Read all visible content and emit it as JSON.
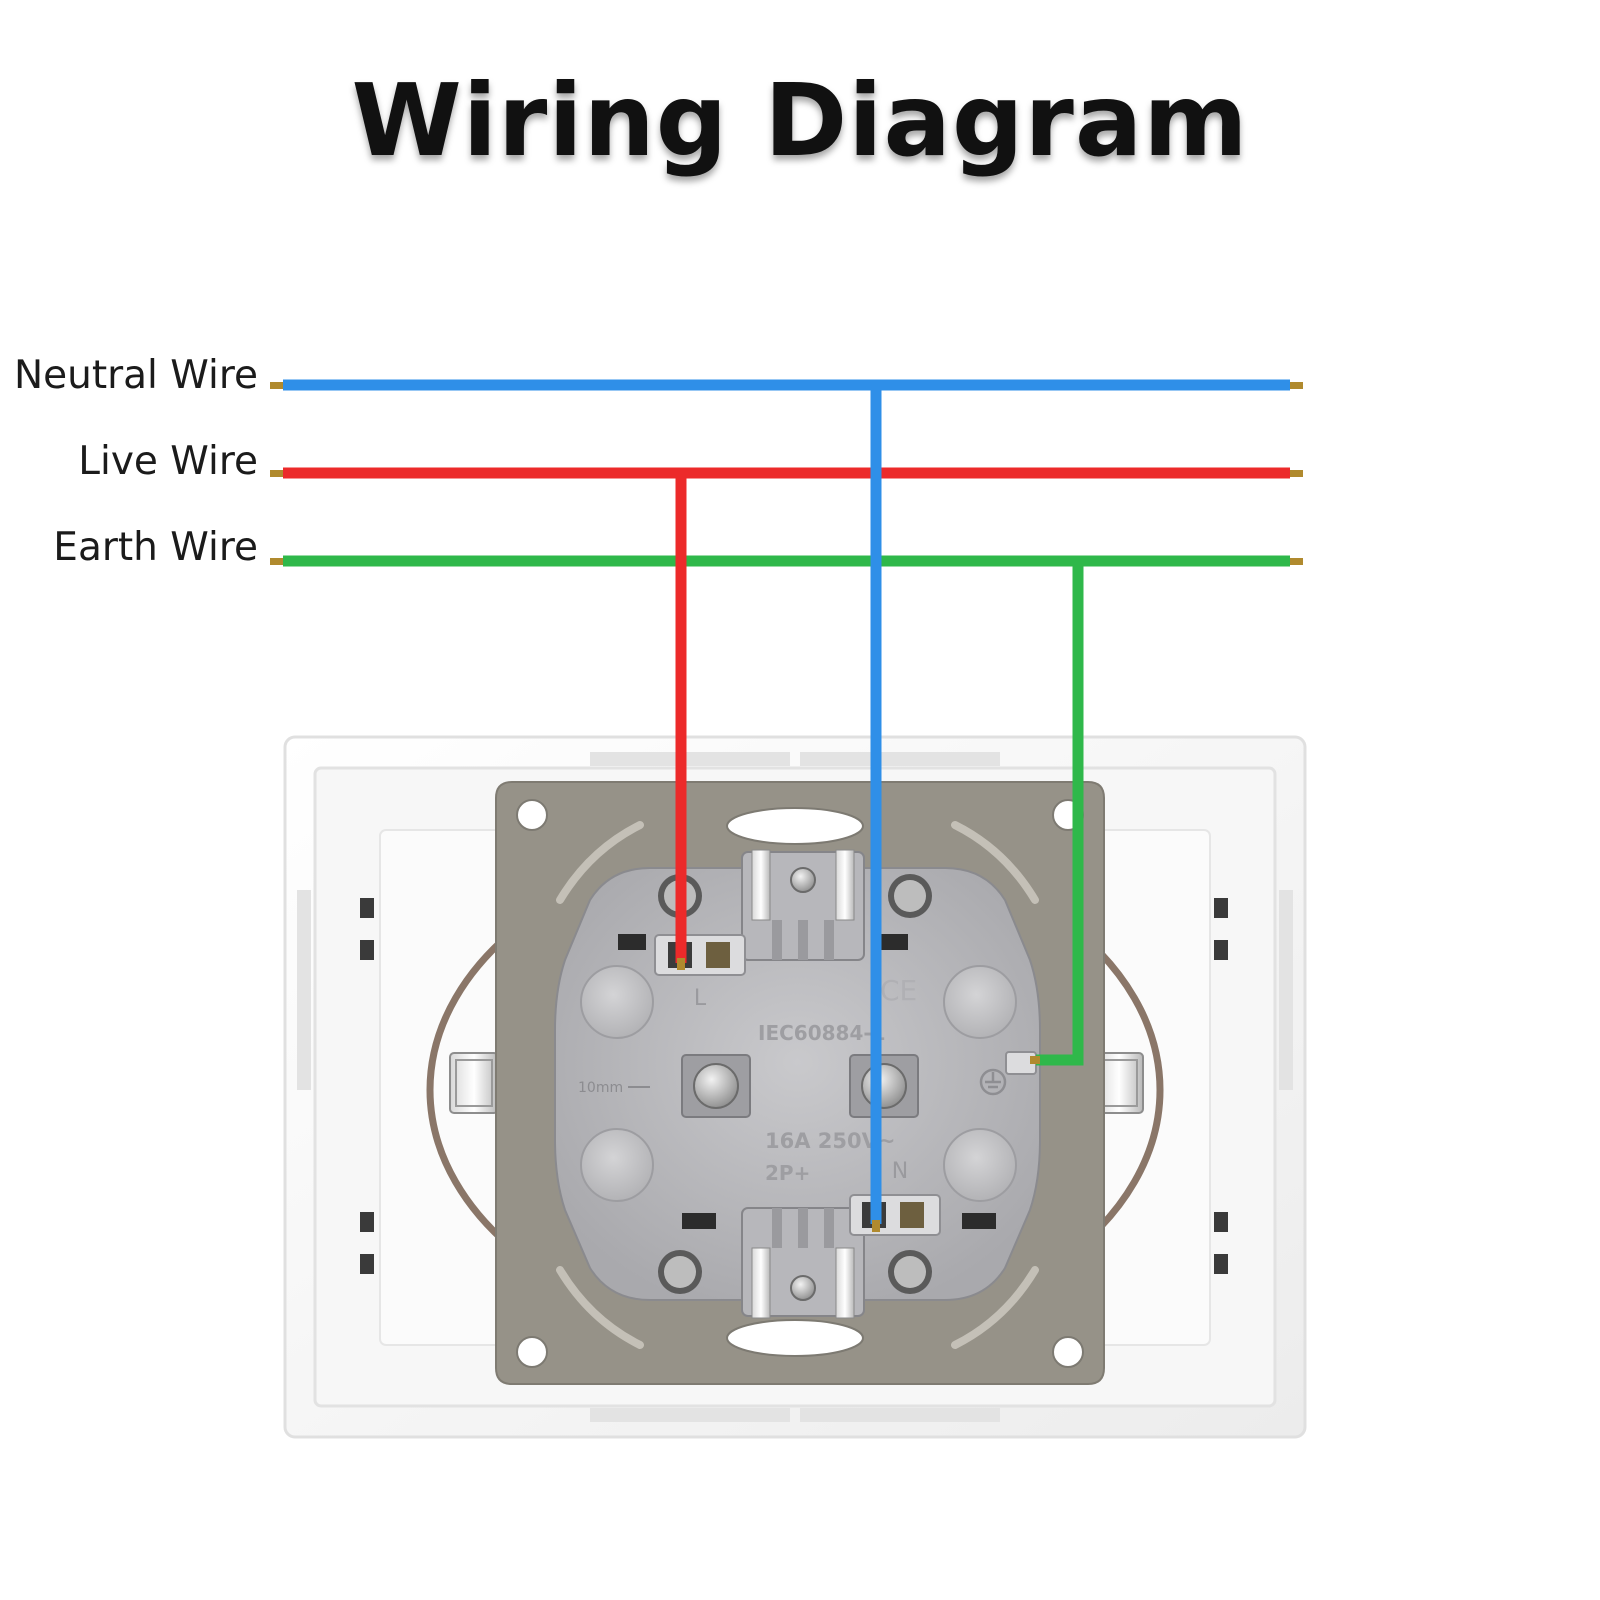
{
  "title": "Wiring Diagram",
  "wires": [
    {
      "label": "Neutral Wire",
      "color": "#2f8fe8"
    },
    {
      "label": "Live Wire",
      "color": "#ec2a2a"
    },
    {
      "label": "Earth Wire",
      "color": "#2fb84a"
    }
  ],
  "socket_markings": {
    "live_terminal": "L",
    "neutral_terminal": "N",
    "standard": "IEC60884-1",
    "rating": "16A 250V~",
    "type": "2P+",
    "strip_length": "10mm",
    "ce": "CE"
  }
}
